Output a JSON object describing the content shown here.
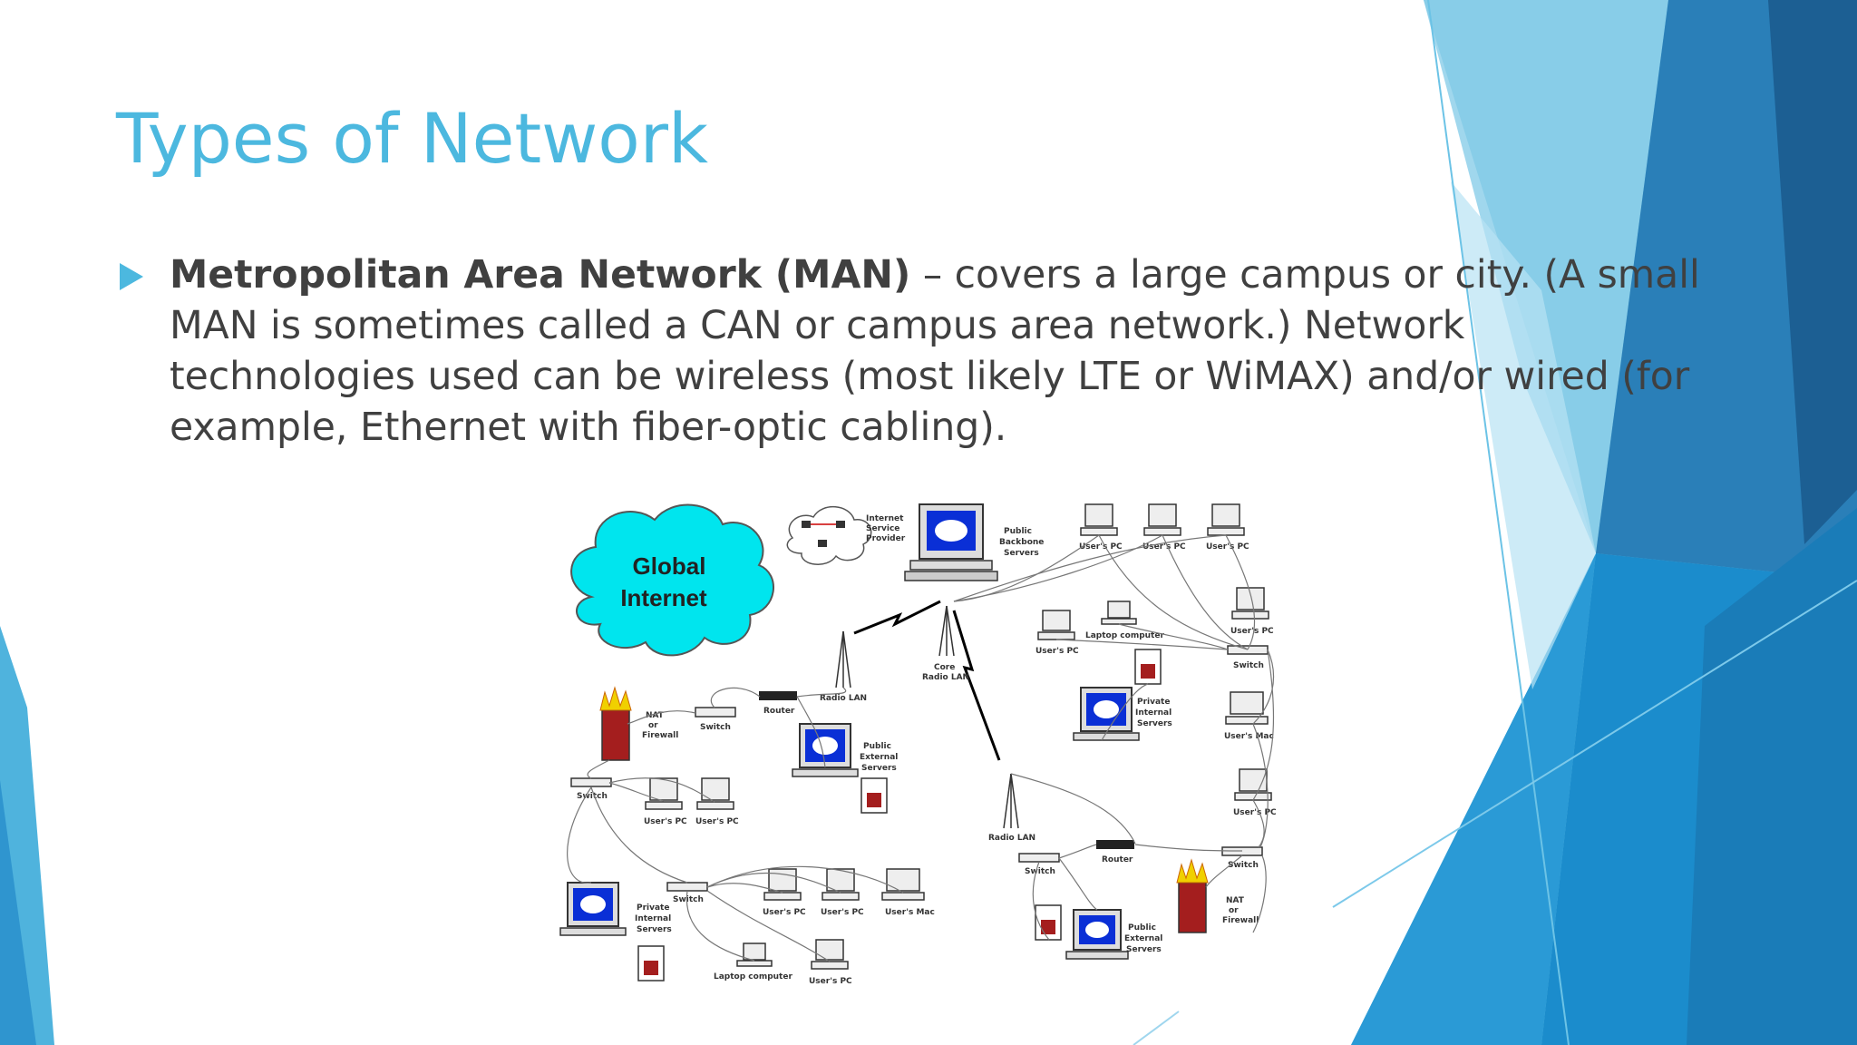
{
  "slide": {
    "title": "Types of Network",
    "bullet": {
      "term": "Metropolitan Area Network (MAN)",
      "text": " – covers a large campus or city. (A small MAN is sometimes called a CAN or campus area network.) Network technologies used can be wireless (most likely LTE or WiMAX) and/or wired (for example, Ethernet with fiber-optic cabling)."
    }
  },
  "diagram": {
    "cloud_label_line1": "Global",
    "cloud_label_line2": "Internet",
    "labels": {
      "isp": [
        "Internet",
        "Service",
        "Provider"
      ],
      "backbone": [
        "Public",
        "Backbone",
        "Servers"
      ],
      "users_pc": "User's PC",
      "laptop": "Laptop computer",
      "switch": "Switch",
      "router": "Router",
      "radio_lan": "Radio LAN",
      "core_radio": [
        "Core",
        "Radio LAN"
      ],
      "nat": [
        "NAT",
        "or",
        "Firewall"
      ],
      "public_external": [
        "Public",
        "External",
        "Servers"
      ],
      "private_internal": [
        "Private",
        "Internal",
        "Servers"
      ],
      "users_mac": "User's Mac"
    }
  },
  "colors": {
    "title": "#4cb8df",
    "body_text": "#404040",
    "accent_dark": "#1f6fa8",
    "accent_light": "#5bbde3",
    "cloud": "#00e5ee"
  }
}
